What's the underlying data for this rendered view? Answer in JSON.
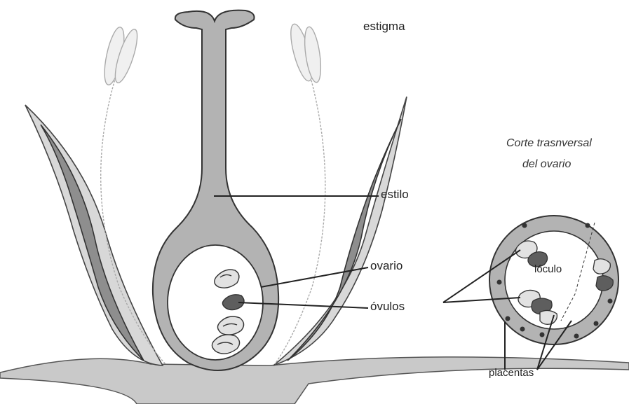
{
  "labels": {
    "estigma": "estigma",
    "estilo": "estilo",
    "ovario": "ovario",
    "ovulos": "óvulos",
    "lóculo": "lóculo",
    "placentas": "placentas",
    "section_title_line1": "Corte trasnversal",
    "section_title_line2": "del ovario"
  },
  "colors": {
    "pistil": "#b3b3b3",
    "petal": "#8e8e8e",
    "base": "#c9c9c9",
    "outline": "#333333",
    "ovule_dark": "#5e5e5e",
    "ovule_light": "#e2e2e2"
  }
}
